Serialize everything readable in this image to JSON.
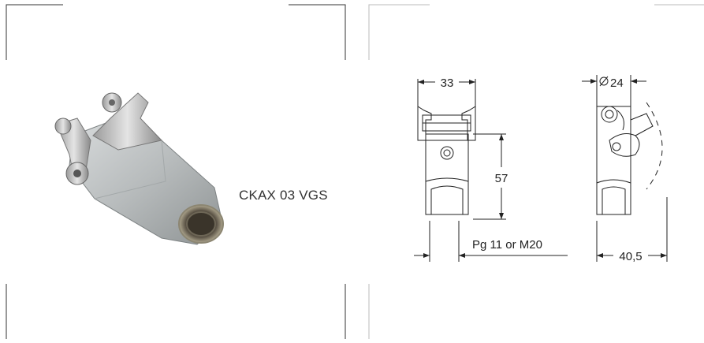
{
  "product": {
    "model": "CKAX 03 VGS"
  },
  "drawing": {
    "width_label": "33",
    "height_label": "57",
    "thread_label": "Pg 11 or M20",
    "diameter_label": "24",
    "depth_label": "40,5"
  }
}
